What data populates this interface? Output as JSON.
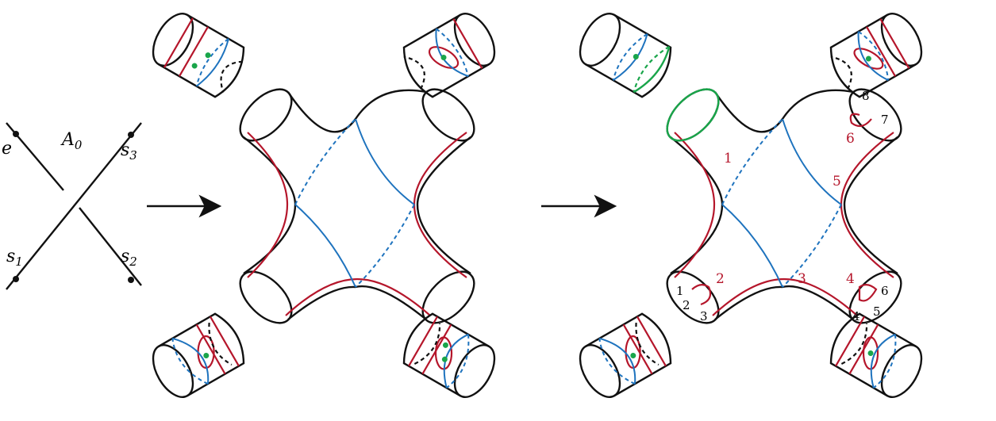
{
  "colors": {
    "red": "#b5162b",
    "blue": "#1e73be",
    "green": "#19a54a",
    "black": "#111111"
  },
  "crossing": {
    "label_main": "A",
    "label_main_sub": "0",
    "endpoints": [
      {
        "name": "e",
        "sub": ""
      },
      {
        "name": "s",
        "sub": "3"
      },
      {
        "name": "s",
        "sub": "1"
      },
      {
        "name": "s",
        "sub": "2"
      }
    ]
  },
  "right_surface": {
    "red_labels": [
      "1",
      "2",
      "3",
      "4",
      "5",
      "6"
    ],
    "boundary_numbers_bottom_left": [
      "1",
      "2",
      "3"
    ],
    "boundary_numbers_bottom_right": [
      "4",
      "5",
      "6"
    ],
    "boundary_numbers_top_right": [
      "7",
      "8"
    ]
  },
  "icons": [
    "arrow-right-icon",
    "arrow-right-icon"
  ]
}
